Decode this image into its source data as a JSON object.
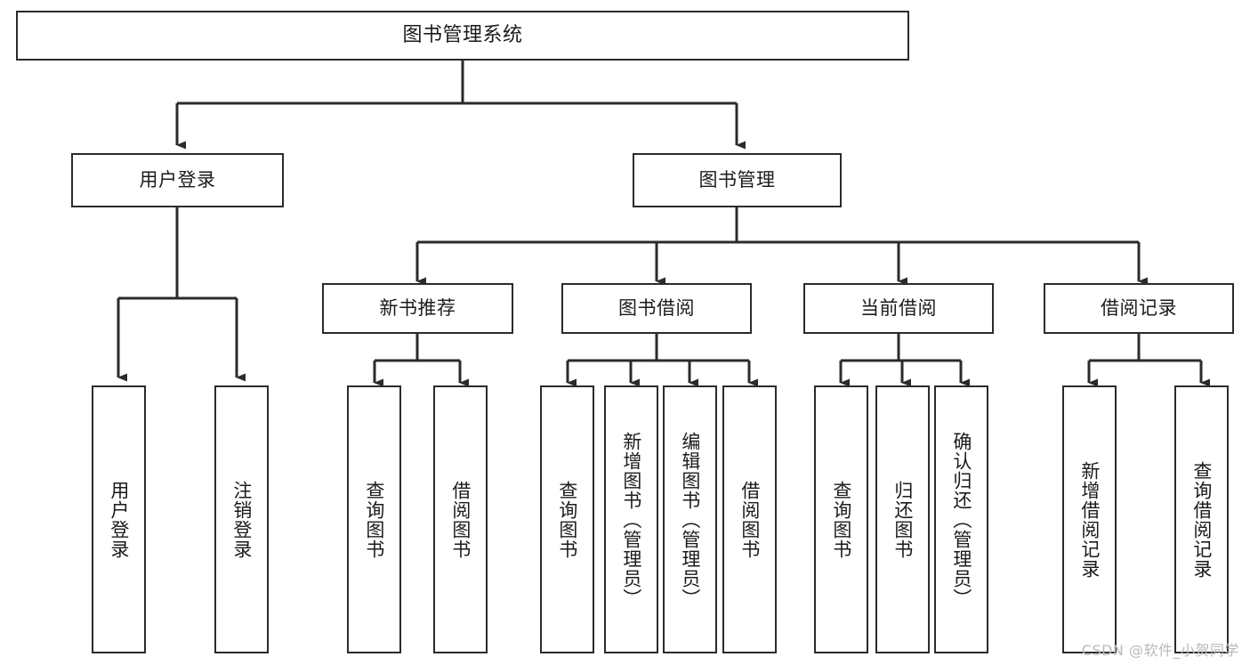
{
  "diagram": {
    "title": "图书管理系统",
    "type": "tree",
    "stroke_color": "#2b2b2b",
    "fill_color": "#ffffff",
    "text_color": "#1b1b1b",
    "watermark": "CSDN @软件_小贺同学",
    "nodes": {
      "root": {
        "label": "图书管理系统"
      },
      "level2": [
        {
          "label": "用户登录"
        },
        {
          "label": "图书管理"
        }
      ],
      "level3": [
        {
          "label": "新书推荐"
        },
        {
          "label": "图书借阅"
        },
        {
          "label": "当前借阅"
        },
        {
          "label": "借阅记录"
        }
      ],
      "leaves": [
        {
          "label": "用户登录",
          "parent": "用户登录"
        },
        {
          "label": "注销登录",
          "parent": "用户登录"
        },
        {
          "label": "查询图书",
          "parent": "新书推荐"
        },
        {
          "label": "借阅图书",
          "parent": "新书推荐"
        },
        {
          "label": "查询图书",
          "parent": "图书借阅"
        },
        {
          "label": "新增图书（管理员）",
          "parent": "图书借阅"
        },
        {
          "label": "编辑图书（管理员）",
          "parent": "图书借阅"
        },
        {
          "label": "借阅图书",
          "parent": "图书借阅"
        },
        {
          "label": "查询图书",
          "parent": "当前借阅"
        },
        {
          "label": "归还图书",
          "parent": "当前借阅"
        },
        {
          "label": "确认归还（管理员）",
          "parent": "当前借阅"
        },
        {
          "label": "新增借阅记录",
          "parent": "借阅记录"
        },
        {
          "label": "查询借阅记录",
          "parent": "借阅记录"
        }
      ]
    }
  }
}
